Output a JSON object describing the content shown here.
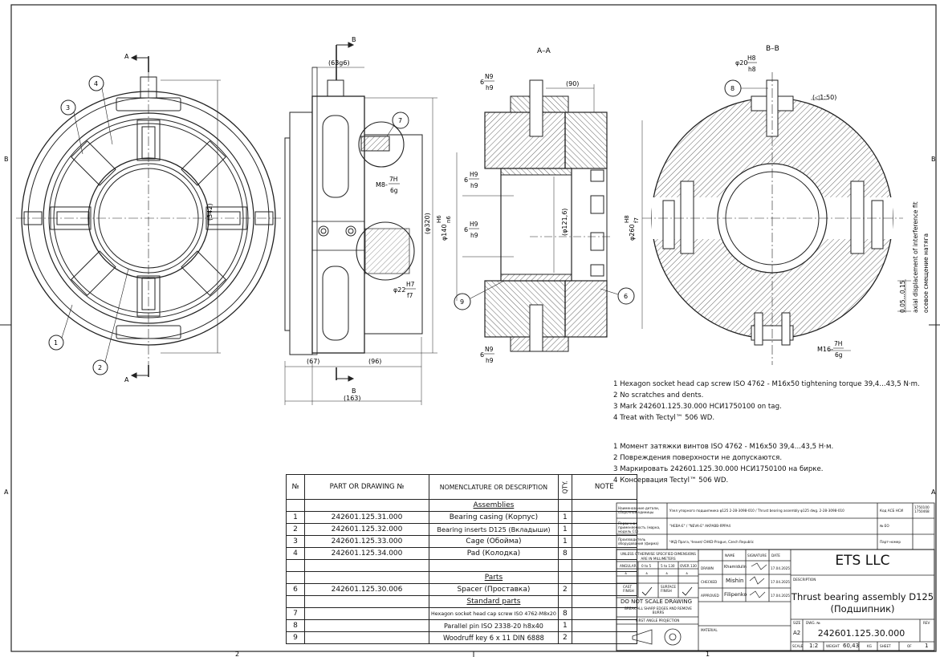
{
  "frame": {
    "zone_letters": [
      "B",
      "B",
      "A",
      "A"
    ],
    "zone_numbers": [
      "2",
      "1"
    ]
  },
  "views": {
    "front": {
      "section_mark": "A",
      "section_mark_bottom": "A",
      "dim_vertical": "(342)",
      "balloons": [
        "1",
        "2",
        "3",
        "4"
      ]
    },
    "side": {
      "section_mark_top": "B",
      "section_mark_bottom": "B",
      "dim_top": "(63g6)",
      "dim_bottom_left": "(67)",
      "dim_bottom_right": "(96)",
      "dim_bottom_total": "(163)",
      "dim_right": "(φ320)",
      "dim_thread_num": "7H",
      "dim_thread_den": "6g",
      "dim_thread_base": "M8-",
      "dim_pin_base": "φ22",
      "dim_pin_num": "H7",
      "dim_pin_den": "f7",
      "balloon": "7"
    },
    "section_aa": {
      "title": "A–A",
      "key_top_base": "6",
      "key_top_num": "N9",
      "key_top_den": "h9",
      "dim_90": "(90)",
      "fit1_base": "6",
      "fit1_num": "H9",
      "fit1_den": "h9",
      "fit2_base": "6",
      "fit2_num": "H9",
      "fit2_den": "h9",
      "dia140_base": "φ140",
      "dia140_num": "H6",
      "dia140_den": "n6",
      "dia1216": "(φ121,6)",
      "dia260_base": "φ260",
      "dia260_num": "H8",
      "dia260_den": "f7",
      "key_bot_base": "6",
      "key_bot_num": "N9",
      "key_bot_den": "h9",
      "balloon_left": "9",
      "balloon_right": "6"
    },
    "section_bb": {
      "title": "B–B",
      "pin_base": "φ20",
      "pin_num": "H8",
      "pin_den": "h8",
      "taper": "(◁1:50)",
      "thread_base": "M16-",
      "thread_num": "7H",
      "thread_den": "6g",
      "axial": "0,05...0,15",
      "axial_en": "axial displacement of interference fit",
      "axial_ru": "осевое смещение натяга",
      "balloon": "8"
    }
  },
  "notes_en": [
    "1  Hexagon socket head cap screw ISO 4762 - M16x50 tightening torque 39,4...43,5 N·m.",
    "2  No scratches and dents.",
    "3  Mark 242601.125.30.000  НСИ1750100 on tag.",
    "4  Treat with Tectyl™ 506 WD."
  ],
  "notes_ru": [
    "1  Момент затяжки винтов ISO 4762 - M16x50 39,4...43,5 Н·м.",
    "2  Повреждения поверхности не допускаются.",
    "3  Маркировать 242601.125.30.000  НСИ1750100 на бирке.",
    "4  Консервация Tectyl™ 506 WD."
  ],
  "bom": {
    "headers": [
      "№",
      "PART OR DRAWING №",
      "NOMENCLATURE OR DESCRIPTION",
      "QTY.",
      "NOTE"
    ],
    "rows": [
      {
        "no": "",
        "part": "",
        "desc": "Assemblies",
        "qty": "",
        "section": true
      },
      {
        "no": "1",
        "part": "242601.125.31.000",
        "desc": "Bearing casing (Корпус)",
        "qty": "1"
      },
      {
        "no": "2",
        "part": "242601.125.32.000",
        "desc": "Bearing inserts D125 (Вкладыши)",
        "qty": "1"
      },
      {
        "no": "3",
        "part": "242601.125.33.000",
        "desc": "Cage (Обойма)",
        "qty": "1"
      },
      {
        "no": "4",
        "part": "242601.125.34.000",
        "desc": "Pad (Колодка)",
        "qty": "8"
      },
      {
        "no": "",
        "part": "",
        "desc": "",
        "qty": ""
      },
      {
        "no": "",
        "part": "",
        "desc": "Parts",
        "qty": "",
        "section": true
      },
      {
        "no": "6",
        "part": "242601.125.30.006",
        "desc": "Spacer (Проставка)",
        "qty": "2"
      },
      {
        "no": "",
        "part": "",
        "desc": "Standard parts",
        "qty": "",
        "section": true
      },
      {
        "no": "7",
        "part": "",
        "desc": "Hexagon socket head cap screw ISO 4762-M8x20",
        "qty": "8"
      },
      {
        "no": "8",
        "part": "",
        "desc": "Parallel pin ISO 2338-20 h8x40",
        "qty": "1"
      },
      {
        "no": "9",
        "part": "",
        "desc": "Woodruff key 6 x 11 DIN 6888",
        "qty": "2"
      }
    ]
  },
  "titleblock": {
    "top_rows": [
      {
        "label": "Наименование детали, сборочной единицы",
        "value": "Узел упорного подшипника φ125 2-28-3098-010 / Thrust bearing assembly φ125 dwg. 2-28-3098-010",
        "right_label": "Код АСБ НСИ",
        "right_value": "1750100 1750468"
      },
      {
        "label": "Первичная применяемость (марка, модель СО)",
        "value": "\"НЕВА-Е\" / \"NEVA-E\" АКРАВВ-ЯРРА4",
        "right_label": "№ ЕО",
        "right_value": ""
      },
      {
        "label": "Производитель оборудования (фирма)",
        "value": "ЧКД-Прага, Чехия/ CHKD-Prague, Czech Republic",
        "right_label": "Парт-номер",
        "right_value": ""
      }
    ],
    "unless": "UNLESS OTHERWISE SPECIFIED DIMENSIONS ARE IN MILLIMETERS",
    "angular": "ANGULAR",
    "ranges": [
      "0 to 5",
      "5 to 130",
      "OVER 130"
    ],
    "tol_vals": [
      "±",
      "±",
      "±",
      "±"
    ],
    "cast_finish": "CAST FINISH",
    "surface_finish": "SURFACE FINISH",
    "dnsd": "DO NOT SCALE DRAWING",
    "break_edges": "BREAK ALL SHARP EDGES AND REMOVE BURRS",
    "first_angle": "FIRST ANGLE PROJECTION",
    "material": "MATERIAL",
    "col_name": "NAME",
    "col_signature": "SIGNATURE",
    "col_date": "DATE",
    "drawn": "DRAWN",
    "checked": "CHECKED",
    "approved": "APPROVED",
    "drawn_name": "Khamidulin",
    "checked_name": "Mishin",
    "approved_name": "Filipenko",
    "drawn_date": "17.04.2025",
    "checked_date": "17.04.2025",
    "approved_date": "17.04.2025",
    "company": "ETS LLC",
    "description_label": "DESCRIPTION",
    "title_line1": "Thrust bearing assembly D125",
    "title_line2": "(Подшипник)",
    "size_label": "SIZE",
    "size": "A2",
    "dwg_label": "DWG. №",
    "dwg_no": "242601.125.30.000",
    "rev_label": "REV",
    "scale_label": "SCALE",
    "scale": "1:2",
    "weight_label": "WEIGHT",
    "weight": "60,43",
    "weight_unit": "KG",
    "sheet_label": "SHEET",
    "sheet_of": "OF",
    "sheet_no": "1"
  }
}
